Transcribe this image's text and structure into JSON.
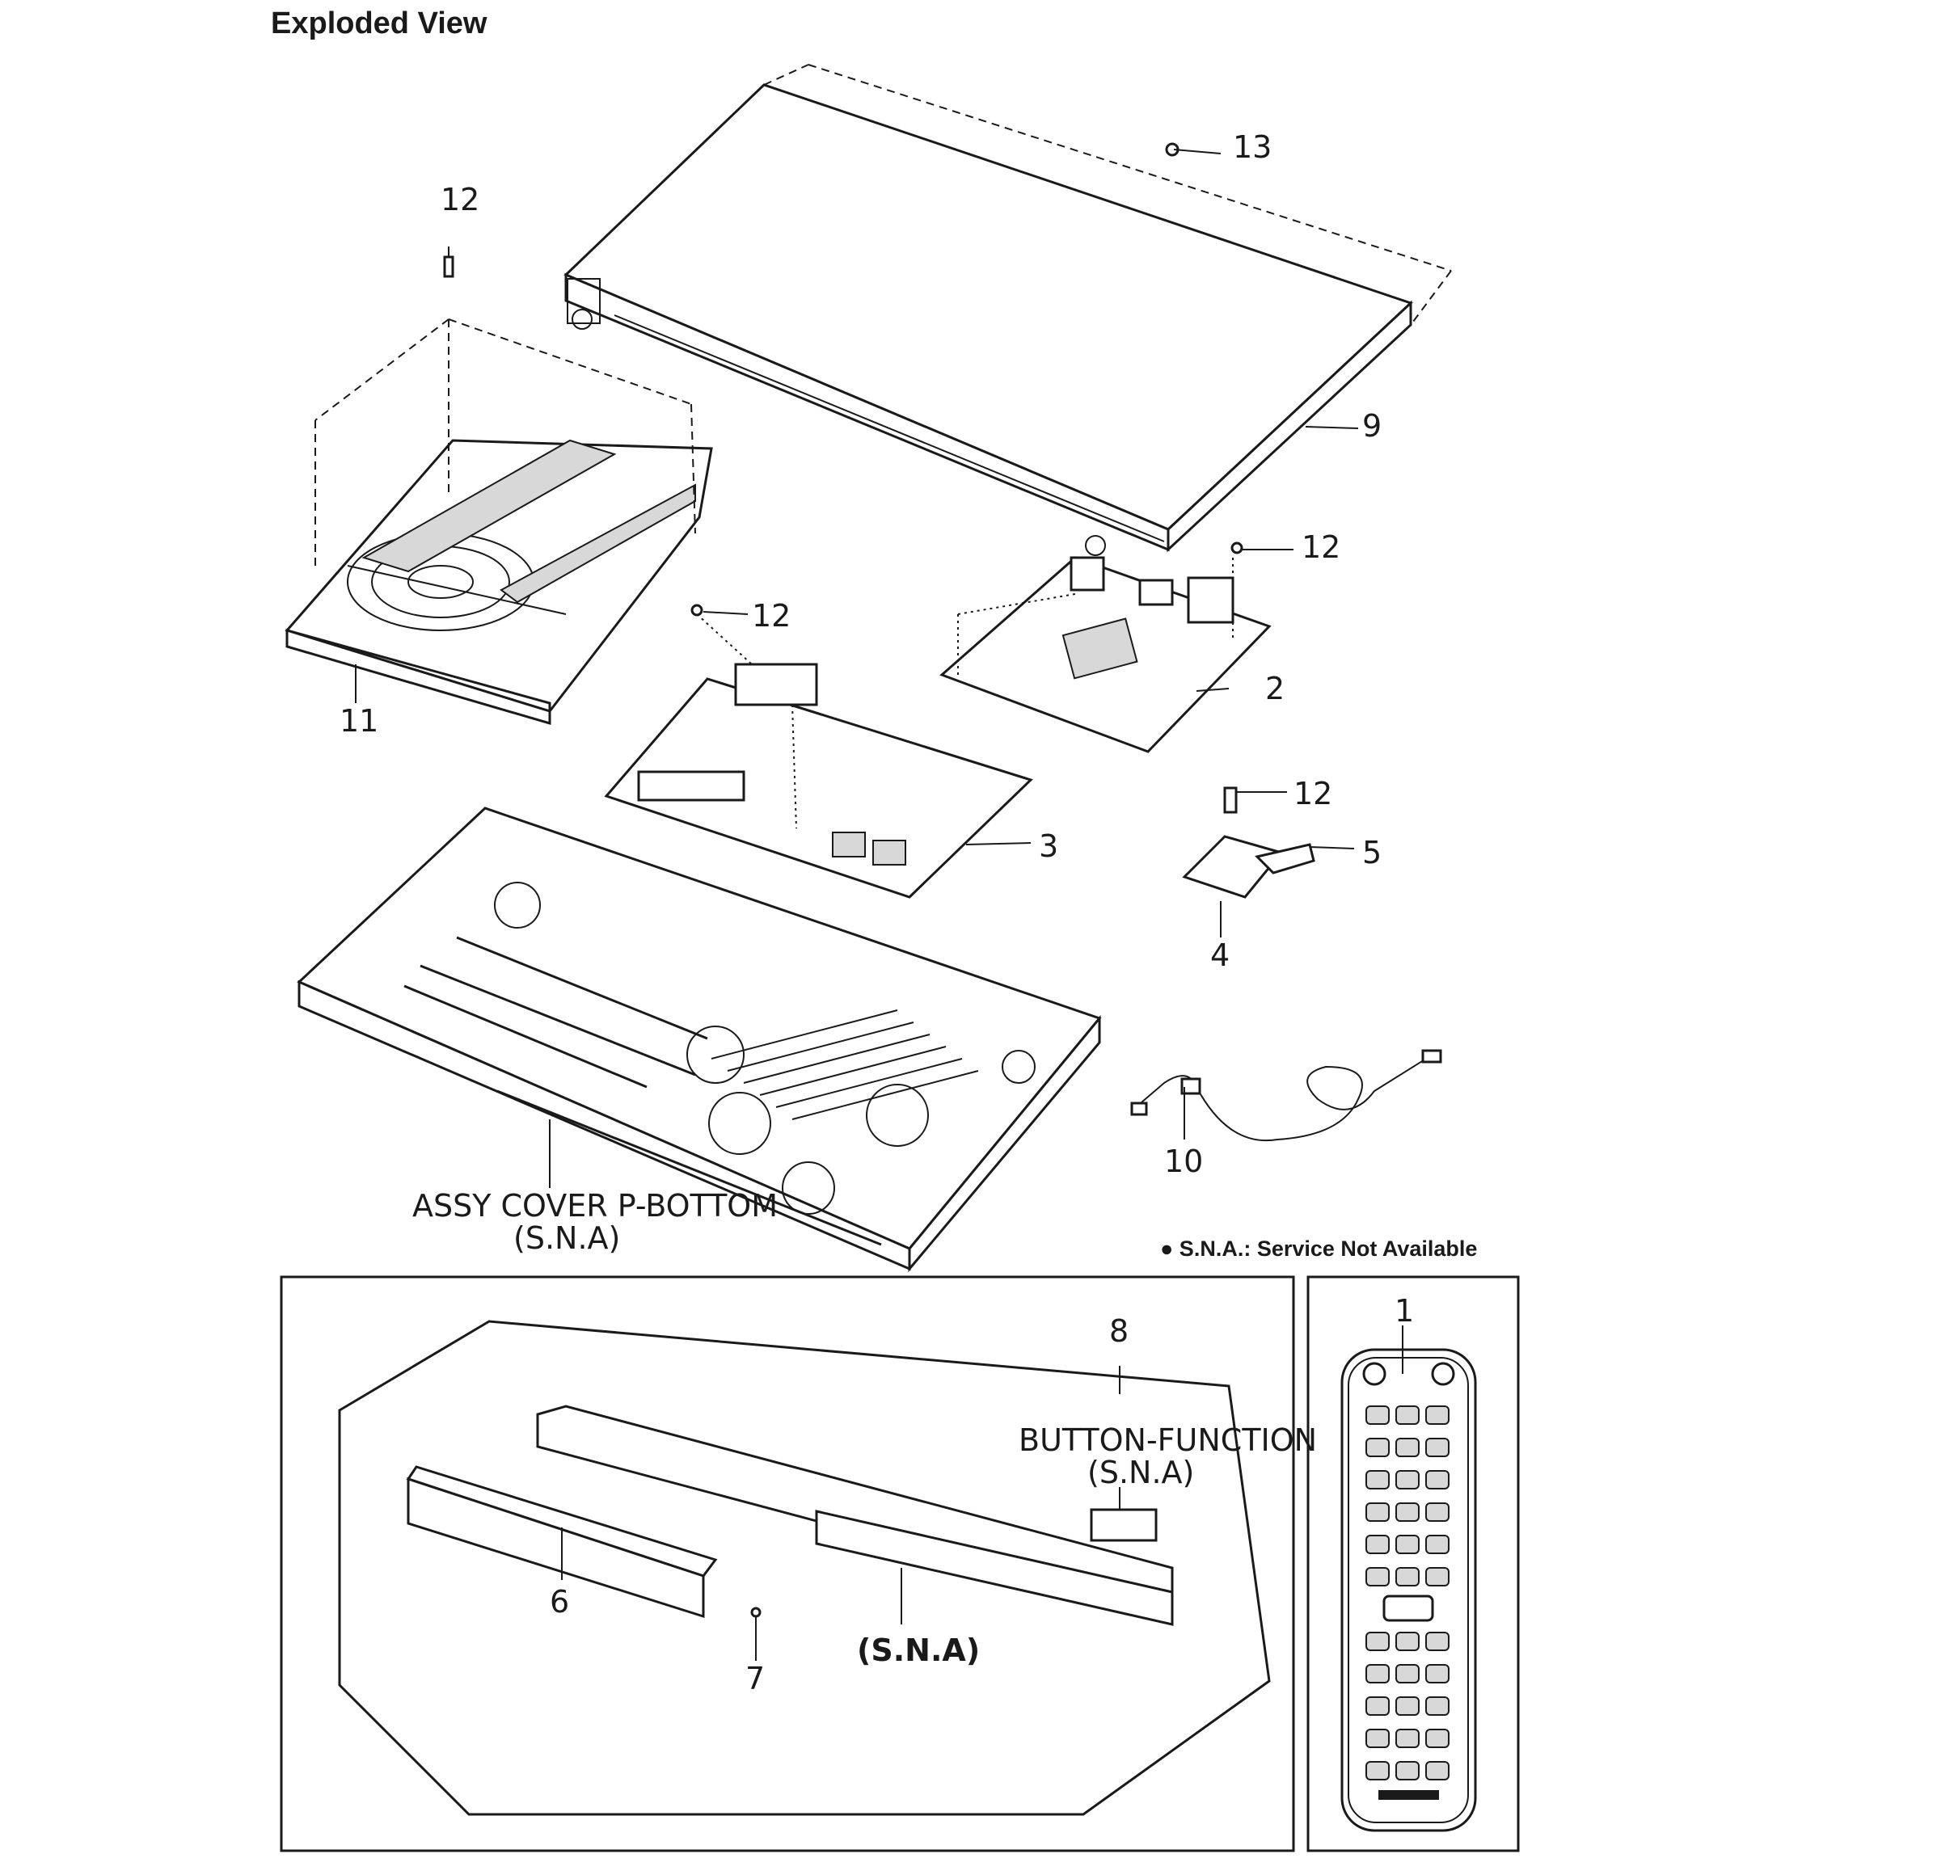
{
  "title": "Exploded View",
  "callouts": {
    "p1": "1",
    "p2": "2",
    "p3": "3",
    "p4": "4",
    "p5": "5",
    "p6": "6",
    "p7": "7",
    "p8": "8",
    "p9": "9",
    "p10": "10",
    "p11": "11",
    "p12a": "12",
    "p12b": "12",
    "p12c": "12",
    "p12d": "12",
    "p13": "13"
  },
  "annotations": {
    "bottom_cover_name": "ASSY COVER P-BOTTOM",
    "bottom_cover_sna": "(S.N.A)",
    "button_function_name": "BUTTON-FUNCTION",
    "button_function_sna": "(S.N.A)",
    "front_panel_sna": "(S.N.A)",
    "legend_note": "● S.N.A.: Service Not Available"
  }
}
